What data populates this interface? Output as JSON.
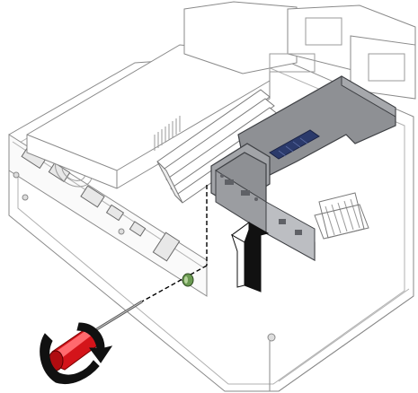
{
  "colors": {
    "background": "#ffffff",
    "chassis_line": "#8a8a8a",
    "riser_fill": "#8e9094",
    "riser_dark": "#5f6166",
    "connector_blue": "#2b3a6b",
    "arrow_fill": "#111111",
    "screwdriver_red": "#d4141a",
    "screw_green": "#6b9a52",
    "dashed_guide": "#000000"
  },
  "icons": [
    "chassis-illustration",
    "riser-cage",
    "lift-arrow",
    "screwdriver",
    "rotation-arrow",
    "screw",
    "heatsink",
    "power-supply",
    "memory-modules"
  ]
}
